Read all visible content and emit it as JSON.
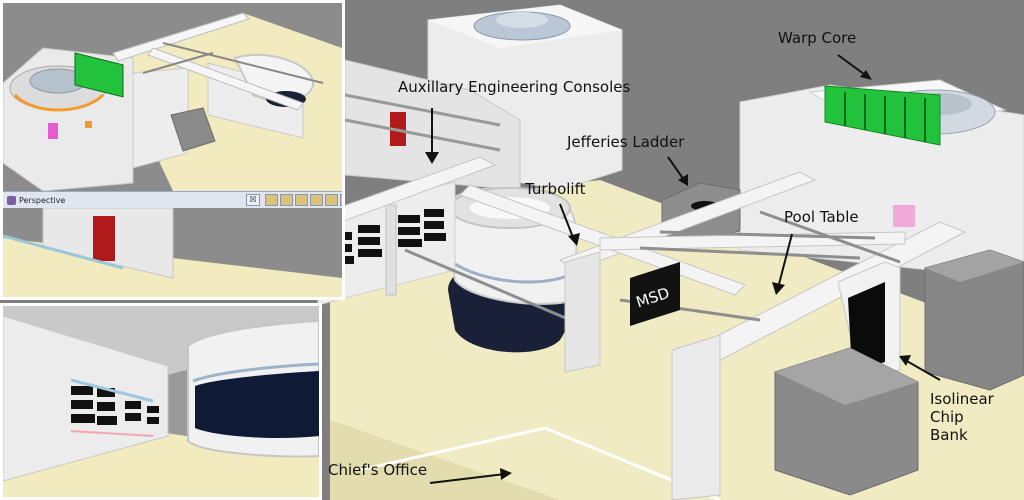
{
  "labels": {
    "warp_core": "Warp Core",
    "aux_consoles": "Auxillary Engineering Consoles",
    "jefferies": "Jefferies Ladder",
    "turbolift": "Turbolift",
    "pool_table": "Pool Table",
    "isolinear_1": "Isolinear",
    "isolinear_2": "Chip",
    "isolinear_3": "Bank",
    "chiefs_office": "Chief's Office",
    "msd": "MSD"
  },
  "viewport": {
    "title": "Perspective",
    "close": "☒"
  },
  "colors": {
    "background": "#7f7f7f",
    "floor": "#f2ecc0",
    "wall": "#ececec",
    "warp_green": "#22c23c",
    "door_red": "#b01a1a",
    "screen_dark": "#101010",
    "window_blue": "#1c2a4a"
  }
}
